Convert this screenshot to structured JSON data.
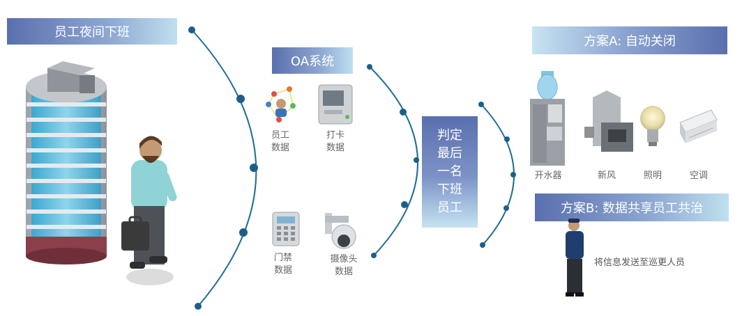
{
  "title_banner": "员工夜间下班",
  "oa_banner": "OA系统",
  "sources": [
    {
      "line1": "员工",
      "line2": "数据"
    },
    {
      "line1": "打卡",
      "line2": "数据"
    },
    {
      "line1": "门禁",
      "line2": "数据"
    },
    {
      "line1": "摄像头",
      "line2": "数据"
    }
  ],
  "decision_lines": [
    "判定",
    "最后",
    "一名",
    "下班",
    "员工"
  ],
  "plan_a": {
    "title": "方案A: 自动关闭",
    "devices": [
      "开水器",
      "新风",
      "照明",
      "空调"
    ]
  },
  "plan_b": {
    "title": "方案B: 数据共享员工共治",
    "note": "将信息发送至巡更人员"
  },
  "colors": {
    "accent": "#5a6fae",
    "arc": "#1e6f95",
    "dot": "#1b5f88",
    "light": "#bfe0ef"
  }
}
